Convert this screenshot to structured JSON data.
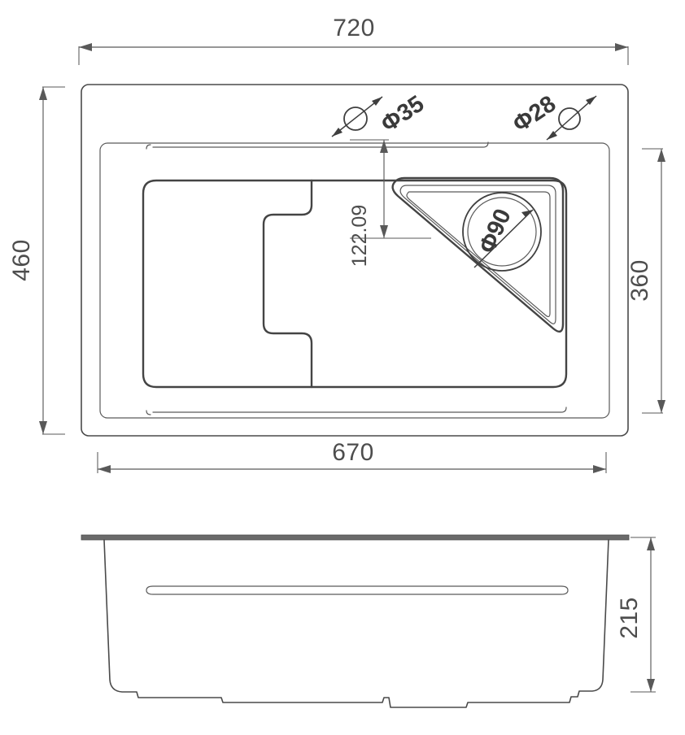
{
  "document": {
    "type": "technical-drawing",
    "subject": "kitchen-sink",
    "views": [
      "top-plan-view",
      "front-section-view"
    ],
    "units": "mm",
    "line_color": "#4a4a4a",
    "background_color": "#ffffff"
  },
  "dimensions": {
    "overall_width": "720",
    "overall_depth": "460",
    "cutout_width": "670",
    "cutout_depth": "360",
    "drain_offset": "122.09",
    "bowl_height": "215"
  },
  "holes": {
    "tap_hole": "Φ35",
    "accessory_hole": "Φ28",
    "drain_hole": "Φ90"
  },
  "labels": {
    "top_width": "720",
    "left_depth": "460",
    "right_depth": "360",
    "bottom_width": "670",
    "drain_offset": "122.09",
    "section_height": "215",
    "hole_35": "Φ35",
    "hole_28": "Φ28",
    "hole_90": "Φ90"
  }
}
